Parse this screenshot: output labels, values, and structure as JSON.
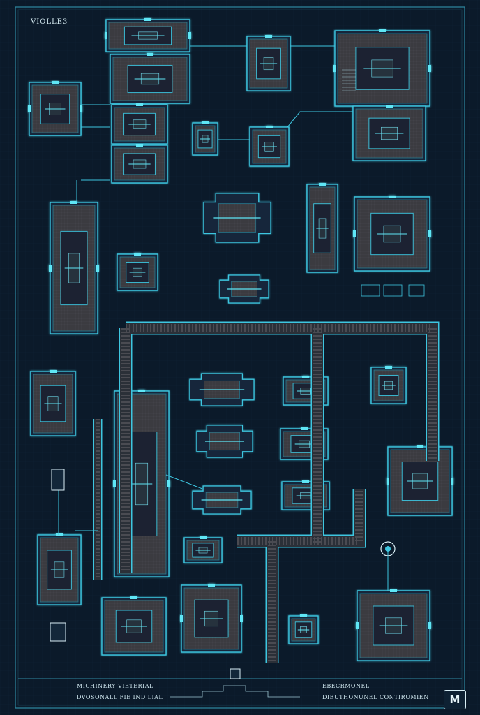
{
  "title": "VIOLLE3",
  "footer": {
    "left_line1": "MICHINERY VIETERIAL",
    "left_line2": "DVOSONALL FIE IND LIAL",
    "right_line1": "EBECRMONEL",
    "right_line2": "DIEUTHONUNEL CONTIRUMIEN"
  },
  "logo_text": "M",
  "labels": [],
  "colors": {
    "background": "#0b1a2a",
    "panel": "#13273a",
    "line": "#3ec6e0",
    "line_dim": "#2a7f95",
    "floor": "#3a3a40",
    "text": "#9fc7d3"
  }
}
